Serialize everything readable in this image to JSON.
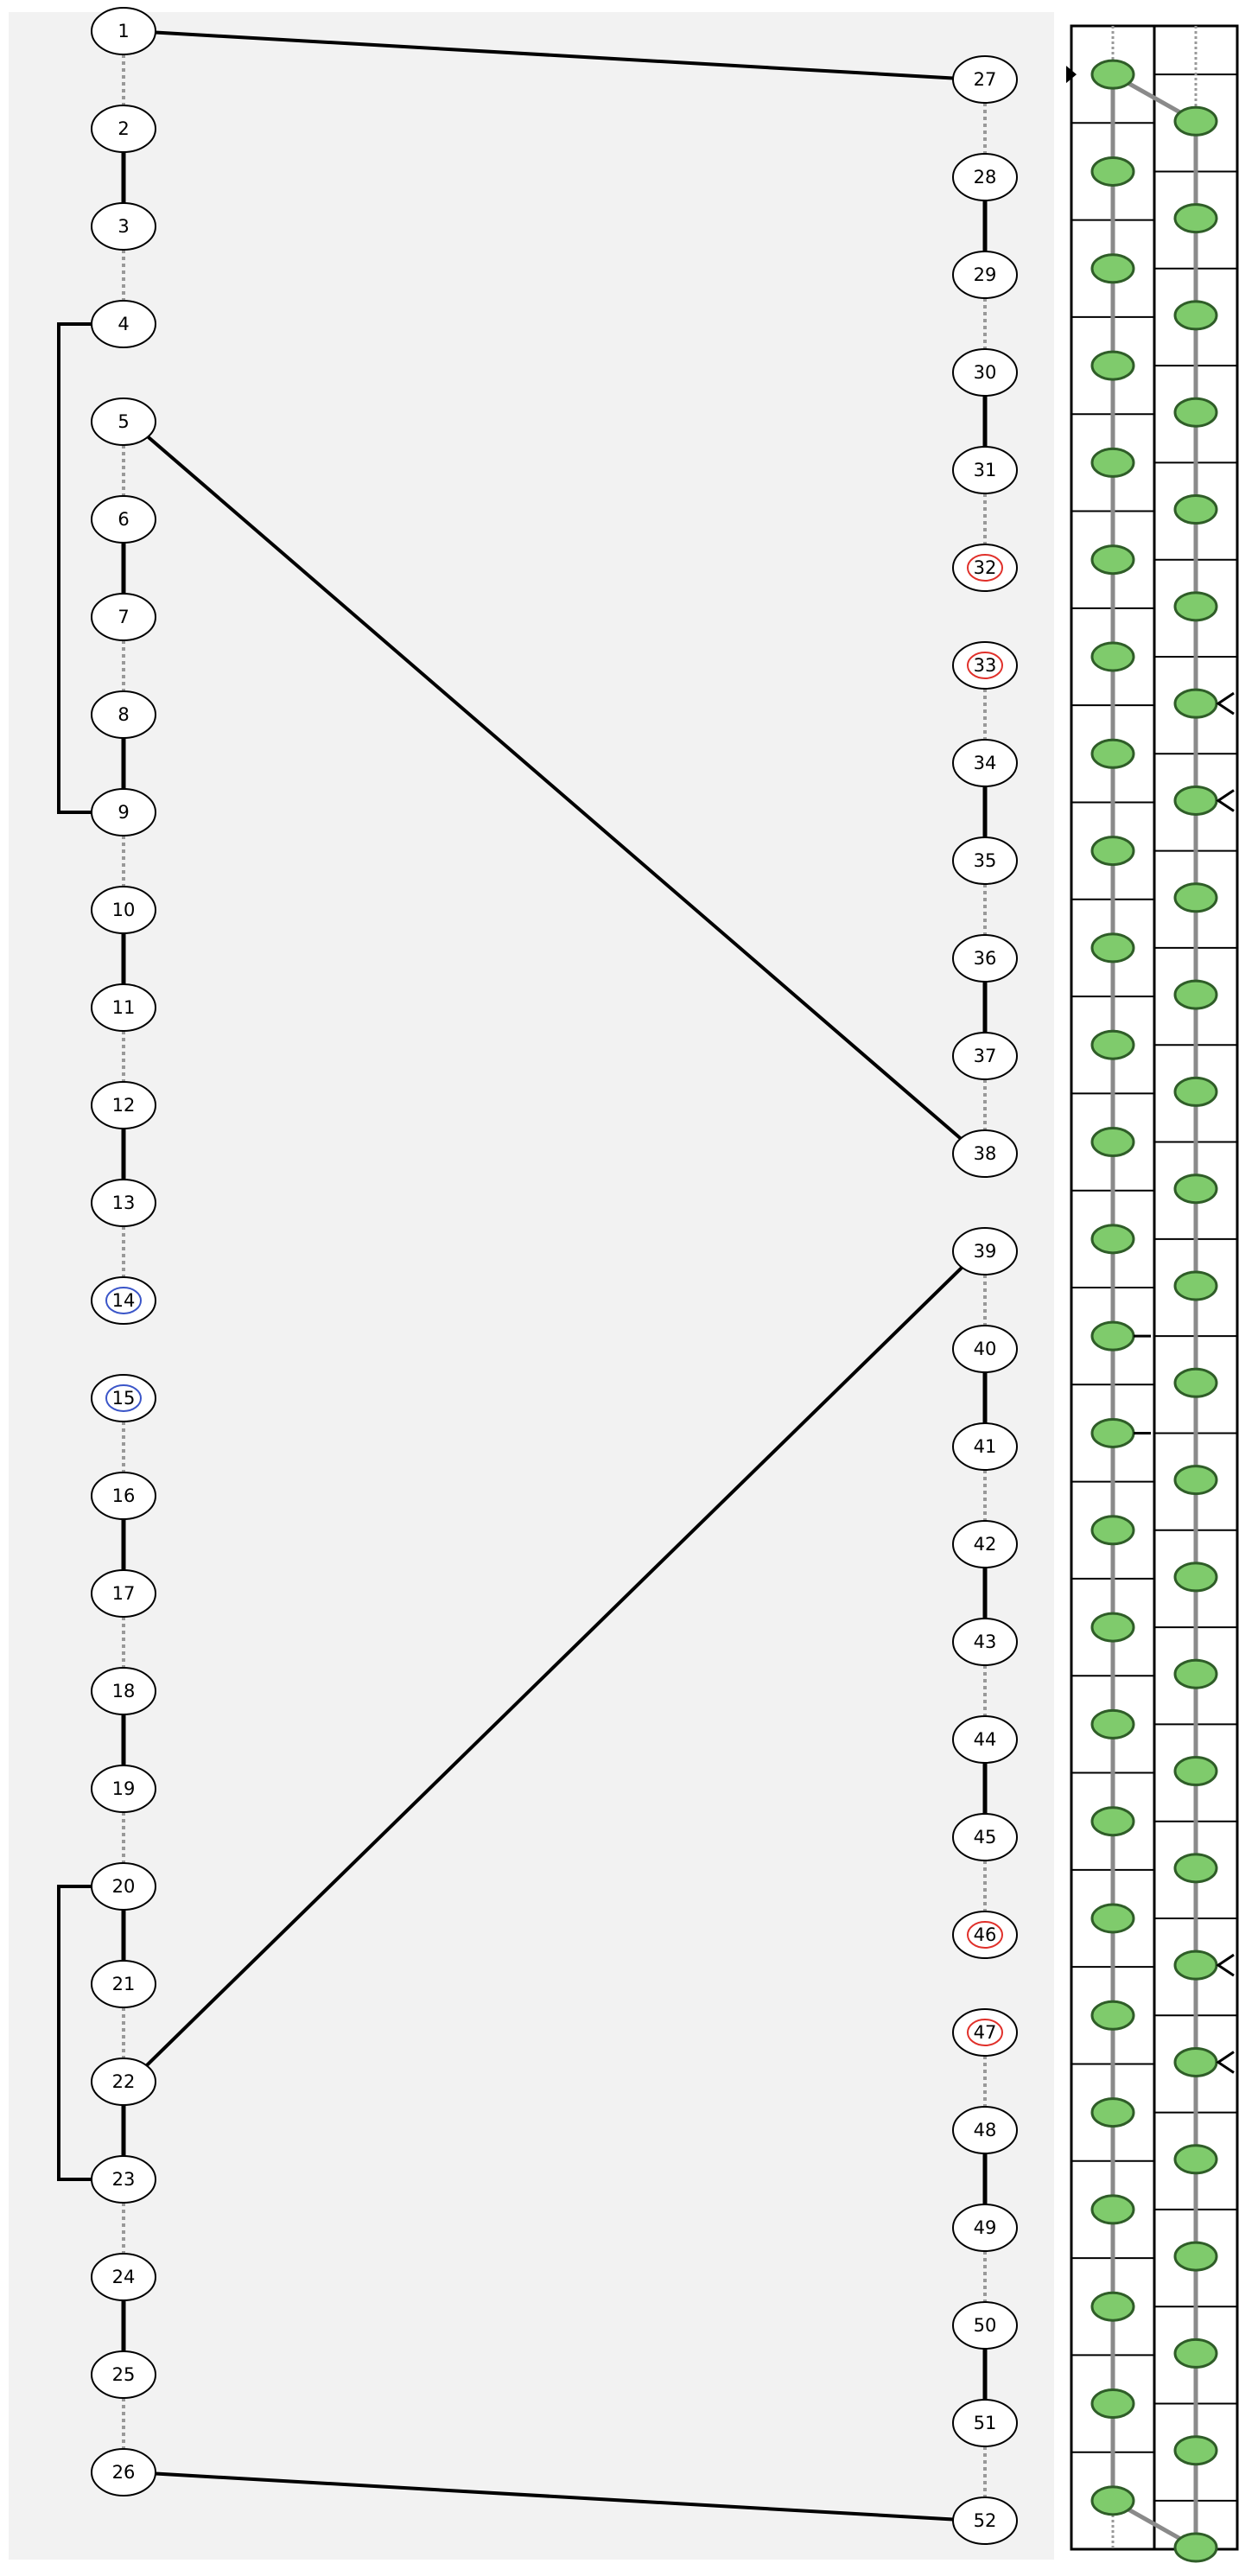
{
  "colors": {
    "panel_bg": "#f2f2f2",
    "node_fill": "#ffffff",
    "node_stroke": "#000000",
    "solid_link": "#000000",
    "dotted_link": "#999999",
    "red_ring": "#e0302a",
    "blue_ring": "#3a55c8",
    "grid_line": "#000000",
    "marker_fill": "#7fcb6c",
    "marker_stroke": "#2f5d28",
    "trace_line": "#8a8a8a"
  },
  "left_column": {
    "nodes": [
      {
        "label": "1",
        "ring": ""
      },
      {
        "label": "2",
        "ring": ""
      },
      {
        "label": "3",
        "ring": ""
      },
      {
        "label": "4",
        "ring": ""
      },
      {
        "label": "5",
        "ring": ""
      },
      {
        "label": "6",
        "ring": ""
      },
      {
        "label": "7",
        "ring": ""
      },
      {
        "label": "8",
        "ring": ""
      },
      {
        "label": "9",
        "ring": ""
      },
      {
        "label": "10",
        "ring": ""
      },
      {
        "label": "11",
        "ring": ""
      },
      {
        "label": "12",
        "ring": ""
      },
      {
        "label": "13",
        "ring": ""
      },
      {
        "label": "14",
        "ring": "blue"
      },
      {
        "label": "15",
        "ring": "blue"
      },
      {
        "label": "16",
        "ring": ""
      },
      {
        "label": "17",
        "ring": ""
      },
      {
        "label": "18",
        "ring": ""
      },
      {
        "label": "19",
        "ring": ""
      },
      {
        "label": "20",
        "ring": ""
      },
      {
        "label": "21",
        "ring": ""
      },
      {
        "label": "22",
        "ring": ""
      },
      {
        "label": "23",
        "ring": ""
      },
      {
        "label": "24",
        "ring": ""
      },
      {
        "label": "25",
        "ring": ""
      },
      {
        "label": "26",
        "ring": ""
      }
    ],
    "links": [
      "dotted",
      "solid",
      "dotted",
      "none",
      "dotted",
      "solid",
      "dotted",
      "solid",
      "dotted",
      "solid",
      "dotted",
      "solid",
      "dotted",
      "none",
      "dotted",
      "solid",
      "dotted",
      "solid",
      "dotted",
      "solid",
      "dotted",
      "solid",
      "dotted",
      "solid",
      "dotted"
    ]
  },
  "right_column": {
    "nodes": [
      {
        "label": "27",
        "ring": ""
      },
      {
        "label": "28",
        "ring": ""
      },
      {
        "label": "29",
        "ring": ""
      },
      {
        "label": "30",
        "ring": ""
      },
      {
        "label": "31",
        "ring": ""
      },
      {
        "label": "32",
        "ring": "red"
      },
      {
        "label": "33",
        "ring": "red"
      },
      {
        "label": "34",
        "ring": ""
      },
      {
        "label": "35",
        "ring": ""
      },
      {
        "label": "36",
        "ring": ""
      },
      {
        "label": "37",
        "ring": ""
      },
      {
        "label": "38",
        "ring": ""
      },
      {
        "label": "39",
        "ring": ""
      },
      {
        "label": "40",
        "ring": ""
      },
      {
        "label": "41",
        "ring": ""
      },
      {
        "label": "42",
        "ring": ""
      },
      {
        "label": "43",
        "ring": ""
      },
      {
        "label": "44",
        "ring": ""
      },
      {
        "label": "45",
        "ring": ""
      },
      {
        "label": "46",
        "ring": "red"
      },
      {
        "label": "47",
        "ring": "red"
      },
      {
        "label": "48",
        "ring": ""
      },
      {
        "label": "49",
        "ring": ""
      },
      {
        "label": "50",
        "ring": ""
      },
      {
        "label": "51",
        "ring": ""
      },
      {
        "label": "52",
        "ring": ""
      }
    ],
    "links": [
      "dotted",
      "solid",
      "dotted",
      "solid",
      "dotted",
      "none",
      "dotted",
      "solid",
      "dotted",
      "solid",
      "dotted",
      "none",
      "dotted",
      "solid",
      "dotted",
      "solid",
      "dotted",
      "solid",
      "dotted",
      "none",
      "dotted",
      "solid",
      "dotted",
      "solid",
      "dotted"
    ]
  },
  "cross_links": [
    {
      "from": "1",
      "to": "27"
    },
    {
      "from": "5",
      "to": "38"
    },
    {
      "from": "22",
      "to": "39"
    },
    {
      "from": "26",
      "to": "52"
    }
  ],
  "brackets": [
    {
      "from": "4",
      "to": "9"
    },
    {
      "from": "20",
      "to": "23"
    }
  ],
  "grid": {
    "left_cells": 26,
    "right_cells": 26,
    "markers_per_column": 26,
    "chevron_rows_right": [
      6,
      7,
      19,
      20
    ],
    "pointer_rows_left": [
      13,
      14
    ]
  }
}
